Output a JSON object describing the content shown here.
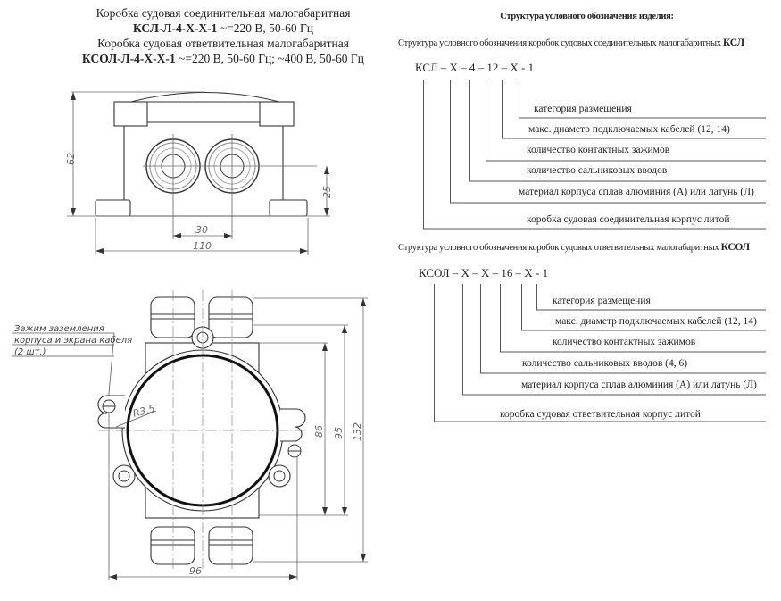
{
  "header": {
    "line1": "Коробка судовая соединительная малогабаритная",
    "line2_code": "КСЛ-Л-4-Х-Х-1",
    "line2_rest": " ~=220 В, 50-60 Гц",
    "line3": "Коробка судовая ответвительная малогабаритная",
    "line4_code": "КСОЛ-Л-4-Х-Х-1",
    "line4_rest": " ~=220 В, 50-60 Гц; ~400 В, 50-60 Гц"
  },
  "structure": {
    "title": "Структура условного обозначения изделия:",
    "ksl": {
      "subtitle": "Структура условного обозначения коробок судовых соединительных малогабаритных ",
      "subtitle_bold": "КСЛ",
      "code": "КСЛ – Х – 4 – 12 – Х - 1",
      "labels": [
        "категория размещения",
        "макс. диаметр подключаемых кабелей (12, 14)",
        "количество контактных зажимов",
        "количество сальниковых вводов",
        "материал корпуса сплав алюминия (А) или латунь (Л)",
        "коробка судовая соединительная корпус литой"
      ]
    },
    "ksol": {
      "subtitle": "Структура условного обозначения коробок судовых ответвительных малогабаритных ",
      "subtitle_bold": "КСОЛ",
      "code": "КСОЛ – Х – Х – 16 – Х - 1",
      "labels": [
        "категория размещения",
        "макс. диаметр подключаемых кабелей (12, 14)",
        "количество контактных зажимов",
        "количество сальниковых вводов (4, 6)",
        "материал корпуса сплав алюминия (А) или латунь (Л)",
        "коробка судовая ответвительная корпус литой"
      ]
    }
  },
  "front_view": {
    "dims": {
      "height": "62",
      "gland_height": "25",
      "gland_spacing": "30",
      "width": "110"
    }
  },
  "top_view": {
    "note_lines": [
      "Зажим заземления",
      "корпуса и экрана кабеля",
      "(2 шт.)"
    ],
    "dims": {
      "radius": "R3,5",
      "inner": "86",
      "body": "95",
      "overall": "132",
      "width": "96"
    }
  }
}
